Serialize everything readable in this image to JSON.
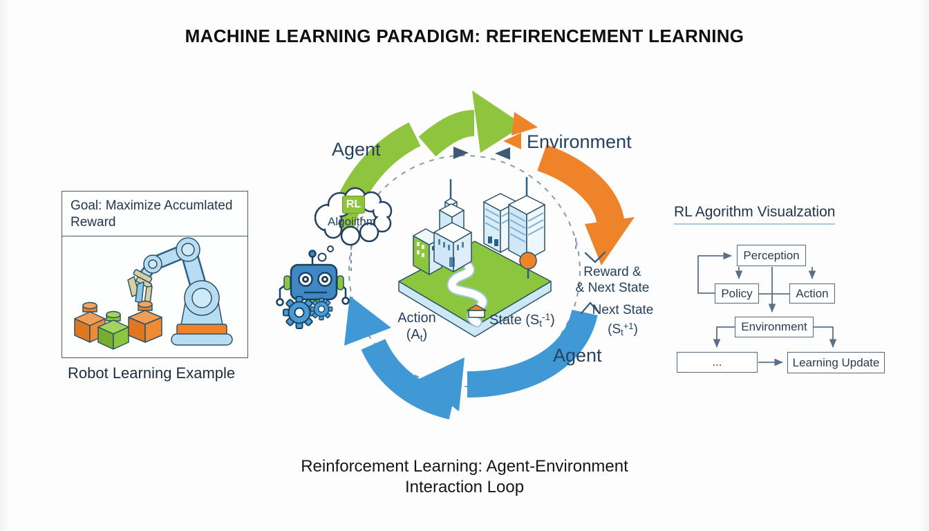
{
  "title": "MACHINE LEARNING PARADIGM: REFIRENCEMENT LEARNING",
  "footer": {
    "line1": "Reinforcement Learning: Agent-Environment",
    "line2": "Interaction Loop"
  },
  "left_panel": {
    "goal": "Goal: Maximize Accumlated Reward",
    "caption": "Robot Learning Example"
  },
  "loop": {
    "agent_top_label": "Agent",
    "environment_label": "Environment",
    "agent_bottom_label": "Agent",
    "cloud": {
      "badge": "RL",
      "word": "Algoiithm"
    },
    "action": {
      "name": "Action",
      "pre": "(A",
      "sub": "t",
      "post": ")"
    },
    "state": {
      "name": "State",
      "pre": " (S",
      "sub": "t",
      "sup": "-1",
      "post": ")"
    },
    "reward": {
      "line1": "Reward &",
      "line2": "& Next State"
    },
    "next_state": {
      "name": "Next State",
      "pre": "(S",
      "sub": "t",
      "sup": "+1",
      "post": ")"
    }
  },
  "flowchart": {
    "title": "RL Agorithm Visualzation",
    "nodes": {
      "perception": "Perception",
      "policy": "Policy",
      "action": "Action",
      "environment": "Environment",
      "ellipsis": "...",
      "learning_update": "Learning Update"
    }
  },
  "colors": {
    "green": "#8FC43E",
    "orange": "#EF8329",
    "blue": "#4099D4",
    "navy": "#24415F",
    "slate": "#6B7F93",
    "ink": "#161616"
  }
}
